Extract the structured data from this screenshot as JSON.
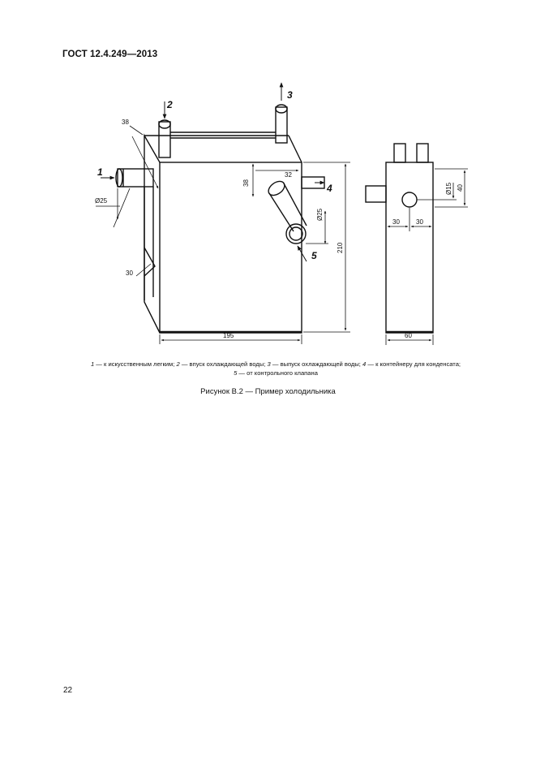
{
  "header": {
    "standard": "ГОСТ 12.4.249—2013"
  },
  "drawing": {
    "callouts": [
      "1",
      "2",
      "3",
      "4",
      "5"
    ],
    "front_dims": {
      "width": "195",
      "height": "210",
      "depth": "38",
      "inlet_offset": "38",
      "outlet_offset": "32",
      "connector_diam": "Ø25",
      "lung_diam": "Ø25",
      "angle": "30"
    },
    "side_dims": {
      "width": "60",
      "left_offset": "30",
      "right_offset": "30",
      "hole_diam": "Ø15",
      "height": "40"
    }
  },
  "legend": {
    "items": [
      {
        "num": "1",
        "text": "к искусственным легким;"
      },
      {
        "num": "2",
        "text": "впуск охлаждающей воды;"
      },
      {
        "num": "3",
        "text": "выпуск охлаждающей воды;"
      },
      {
        "num": "4",
        "text": "к контейнеру для конденсата;"
      },
      {
        "num": "5",
        "text": "от контрольного клапана"
      }
    ],
    "dash": "—"
  },
  "caption": "Рисунок В.2 — Пример холодильника",
  "page_number": "22"
}
